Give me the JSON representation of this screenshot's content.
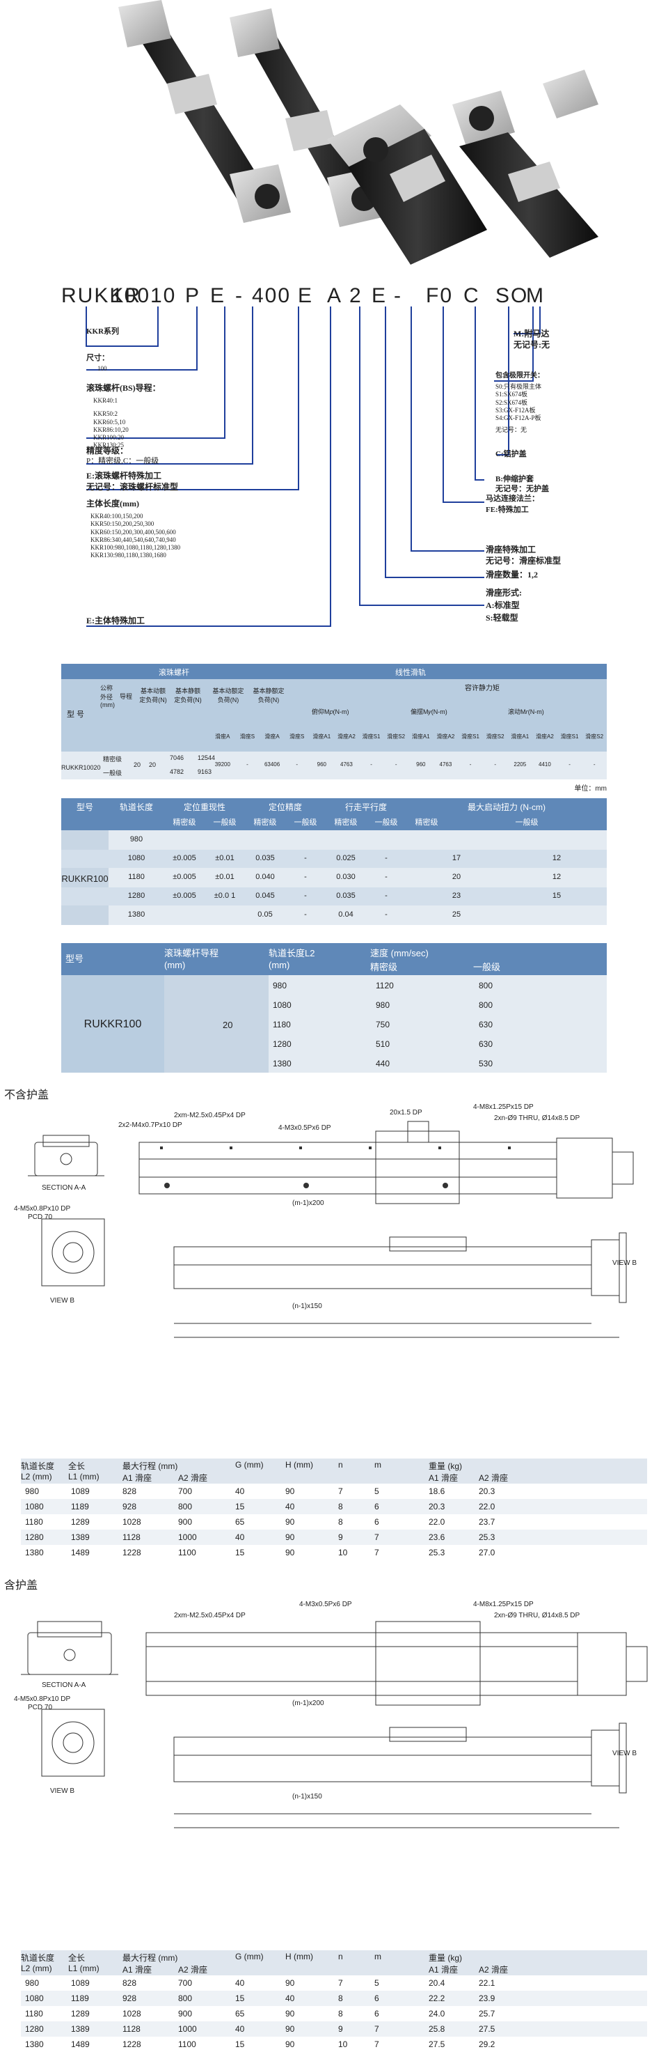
{
  "model_code": [
    "RUKKR",
    "100",
    "10",
    "P",
    "E",
    "-",
    "400",
    "E",
    "A",
    "2",
    "E",
    "-",
    "F0",
    "C",
    "SO",
    "M"
  ],
  "annotations": {
    "series": "KKR系列",
    "size_label": "尺寸：",
    "size_val": "100",
    "lead_label": "滚珠螺杆(BS)导程：",
    "lead_list": [
      "KKR40:1",
      "KKR50:2",
      "KKR60:5,10",
      "KKR86:10,20",
      "KKR100:20",
      "KKR130:25"
    ],
    "precision_label": "精度等级：",
    "precision_val": "P：精密级,C：一般级",
    "ballscrew_label": "E:滚珠螺杆特殊加工",
    "ballscrew_std": "无记号：滚珠螺杆标准型",
    "length_label": "主体长度(mm)",
    "length_list": [
      "KKR40:100,150,200",
      "KKR50:150,200,250,300",
      "KKR60:150,200,300,400,500,600",
      "KKR86:340,440,540,640,740,940",
      "KKR100:980,1080,1180,1280,1380",
      "KKR130:980,1180,1380,1680"
    ],
    "body_special": "E:主体特殊加工",
    "motor_m": "M:附马达",
    "motor_none": "无记号:无",
    "switch_label": "包含极限开关：",
    "switch_list": [
      "S0:只有极限主体",
      "S1:SX674板",
      "S2:SX674板",
      "S3:GX-F12A板",
      "S4:GX-F12A-P板"
    ],
    "switch_none": "无记号：无",
    "cover_c": "C:铝护盖",
    "cover_b": "B:伸缩护套",
    "cover_none": "无记号：无护盖",
    "motor_conn": "马达连接法兰：",
    "motor_fe": "FE:特殊加工",
    "slider_special": "滑座特殊加工",
    "slider_std": "无记号：滑座标准型",
    "slider_qty": "滑座数量：1,2",
    "slider_type": "滑座形式:",
    "slider_a": "A:标准型",
    "slider_s": "S:轻载型"
  },
  "table1": {
    "group_headers": [
      "滚珠螺杆",
      "线性滑轨"
    ],
    "sub_allow": "容许静力矩",
    "cols": [
      "型 号",
      "公称外径(mm)",
      "导程",
      "基本动额定负荷(N)",
      "基本静额定负荷(N)",
      "基本动额定负荷(N)",
      "基本静额定负荷(N)",
      "俯仰M𝑝(N-m)",
      "偏摆M𝑦(N-m)",
      "滚动M𝑟(N-m)"
    ],
    "slider_cols": [
      "滑座A",
      "滑座S",
      "滑座A",
      "滑座S",
      "滑座A1",
      "滑座A2",
      "滑座S1",
      "滑座S2",
      "滑座A1",
      "滑座A2",
      "滑座S1",
      "滑座S2",
      "滑座A1",
      "滑座A2",
      "滑座S1",
      "滑座S2"
    ],
    "model": "RUKKR10020",
    "grades": [
      "精密级",
      "一般级"
    ],
    "od": "20",
    "lead": "20",
    "dyn_p": "7046",
    "stat_p": "12544",
    "dyn_g": "4782",
    "stat_g": "9163",
    "lr_vals": [
      "39200",
      "-",
      "63406",
      "-",
      "960",
      "4763",
      "-",
      "-",
      "960",
      "4763",
      "-",
      "-",
      "2205",
      "4410",
      "-",
      "-"
    ],
    "unit": "单位：mm"
  },
  "table2": {
    "headers": [
      "型号",
      "轨道长度",
      "定位重现性",
      "定位精度",
      "行走平行度",
      "最大启动扭力 (N-cm)"
    ],
    "sub": [
      "精密级",
      "一般级",
      "精密级",
      "一般级",
      "精密级",
      "一般级",
      "精密级",
      "一般级"
    ],
    "model": "RUKKR100",
    "rows": [
      [
        "980",
        "",
        "",
        "",
        "",
        "",
        "",
        "",
        ""
      ],
      [
        "1080",
        "±0.005",
        "±0.01",
        "0.035",
        "-",
        "0.025",
        "-",
        "17",
        "12"
      ],
      [
        "1180",
        "±0.005",
        "±0.01",
        "0.040",
        "-",
        "0.030",
        "-",
        "20",
        "12"
      ],
      [
        "1280",
        "±0.005",
        "±0.0 1",
        "0.045",
        "-",
        "0.035",
        "-",
        "23",
        "15"
      ],
      [
        "1380",
        "",
        "",
        "0.05",
        "-",
        "0.04",
        "-",
        "25",
        ""
      ]
    ]
  },
  "table3": {
    "headers": [
      "型号",
      "滚珠螺杆导程",
      "轨道长度L2",
      "速度 (mm/sec)"
    ],
    "sub_units": [
      "(mm)",
      "(mm)"
    ],
    "sub": [
      "精密级",
      "一般级"
    ],
    "model": "RUKKR100",
    "lead": "20",
    "rows": [
      [
        "980",
        "1120",
        "800"
      ],
      [
        "1080",
        "980",
        "800"
      ],
      [
        "1180",
        "750",
        "630"
      ],
      [
        "1280",
        "510",
        "630"
      ],
      [
        "1380",
        "440",
        "530"
      ]
    ]
  },
  "sec1": "不含护盖",
  "sec2": "含护盖",
  "drawing_labels": {
    "section": "SECTION A-A",
    "view": "VIEW B",
    "viewb": "VIEW B",
    "l1": "2xm-M2.5x0.45Px4 DP",
    "l2": "2x2-M4x0.7Px10 DP",
    "l3": "4-M3x0.5Px6 DP",
    "l4": "20x1.5 DP",
    "l5": "4-M8x1.25Px15 DP",
    "l6": "2xn-Ø9 THRU, Ø14x8.5 DP",
    "l7": "4-M5x0.8Px10 DP",
    "pcd": "PCD 70",
    "m200": "(m-1)x200",
    "n150": "(n-1)x150"
  },
  "table4": {
    "headers": [
      "轨道长度",
      "全长",
      "最大行程 (mm)",
      "G (mm)",
      "H (mm)",
      "n",
      "m",
      "重量 (kg)"
    ],
    "sub": [
      "L2 (mm)",
      "L1 (mm)",
      "A1 滑座",
      "A2 滑座",
      "A1 滑座",
      "A2 滑座"
    ],
    "rows": [
      [
        "980",
        "1089",
        "828",
        "700",
        "40",
        "90",
        "7",
        "5",
        "18.6",
        "20.3"
      ],
      [
        "1080",
        "1189",
        "928",
        "800",
        "15",
        "40",
        "8",
        "6",
        "20.3",
        "22.0"
      ],
      [
        "1180",
        "1289",
        "1028",
        "900",
        "65",
        "90",
        "8",
        "6",
        "22.0",
        "23.7"
      ],
      [
        "1280",
        "1389",
        "1128",
        "1000",
        "40",
        "90",
        "9",
        "7",
        "23.6",
        "25.3"
      ],
      [
        "1380",
        "1489",
        "1228",
        "1100",
        "15",
        "90",
        "10",
        "7",
        "25.3",
        "27.0"
      ]
    ]
  },
  "table5": {
    "rows": [
      [
        "980",
        "1089",
        "828",
        "700",
        "40",
        "90",
        "7",
        "5",
        "20.4",
        "22.1"
      ],
      [
        "1080",
        "1189",
        "928",
        "800",
        "15",
        "40",
        "8",
        "6",
        "22.2",
        "23.9"
      ],
      [
        "1180",
        "1289",
        "1028",
        "900",
        "65",
        "90",
        "8",
        "6",
        "24.0",
        "25.7"
      ],
      [
        "1280",
        "1389",
        "1128",
        "1000",
        "40",
        "90",
        "9",
        "7",
        "25.8",
        "27.5"
      ],
      [
        "1380",
        "1489",
        "1228",
        "1100",
        "15",
        "90",
        "10",
        "7",
        "27.5",
        "29.2"
      ]
    ]
  }
}
